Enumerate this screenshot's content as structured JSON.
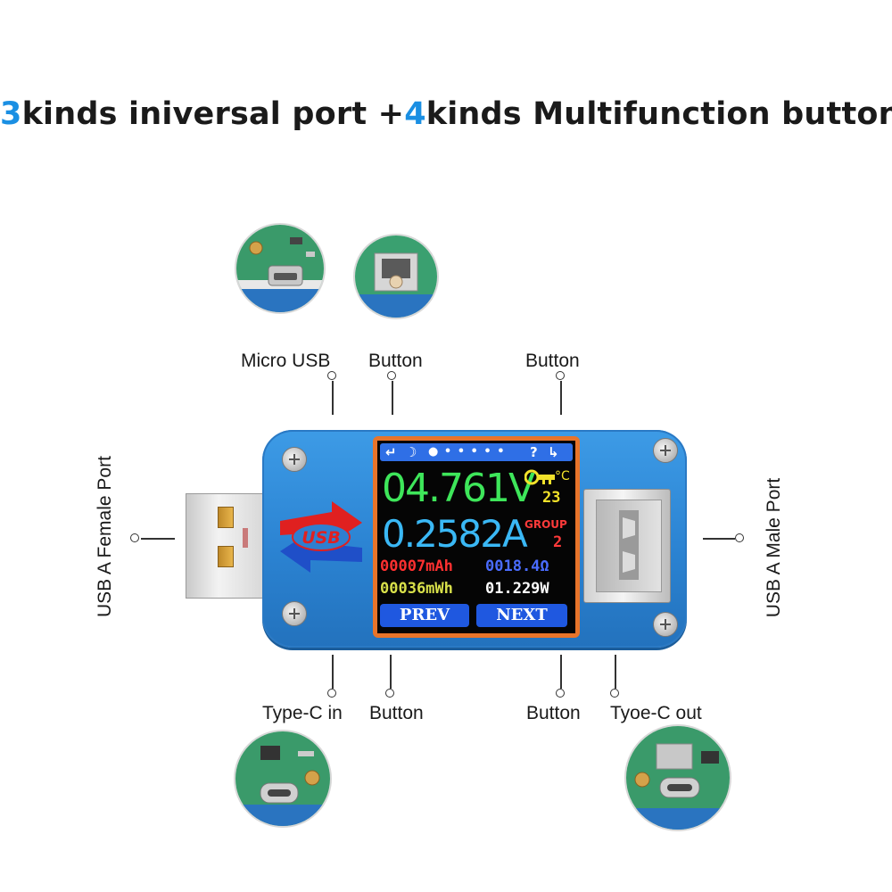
{
  "heading": {
    "num1": "3",
    "text1": "kinds iniversal port +",
    "num2": "4",
    "text2": "kinds Multifunction buttons"
  },
  "labels": {
    "micro_usb": "Micro USB",
    "button_top_left": "Button",
    "button_top_right": "Button",
    "usb_a_female": "USB A Female Port",
    "usb_a_male": "USB A Male Port",
    "type_c_in": "Type-C in",
    "button_bottom_left": "Button",
    "button_bottom_right": "Button",
    "type_c_out": "Tyoe-C out"
  },
  "device": {
    "logo_text": "USB",
    "screen": {
      "status_icons": [
        "↵",
        "☽",
        "● • • • • •",
        "?",
        "↳"
      ],
      "voltage": "04.761V",
      "temp_unit": "°C",
      "temperature": "23",
      "current": "0.2582A",
      "group_label": "GROUP",
      "group_value": "2",
      "capacity_mah": "00007mAh",
      "resistance": "0018.4Ω",
      "energy_mwh": "00036mWh",
      "power": "01.229W",
      "softkey_left": "PREV",
      "softkey_right": "NEXT"
    }
  },
  "colors": {
    "accent": "#1a8fe3",
    "pcb_blue": "#2b83d2",
    "voltage_green": "#3ee65a",
    "current_cyan": "#3ab8f5",
    "capacity_red": "#ff3030",
    "resistance_blue": "#4a6cff",
    "energy_yellow": "#d8e04a",
    "temp_yellow": "#f2e22a",
    "group_red": "#ff3a3a"
  }
}
